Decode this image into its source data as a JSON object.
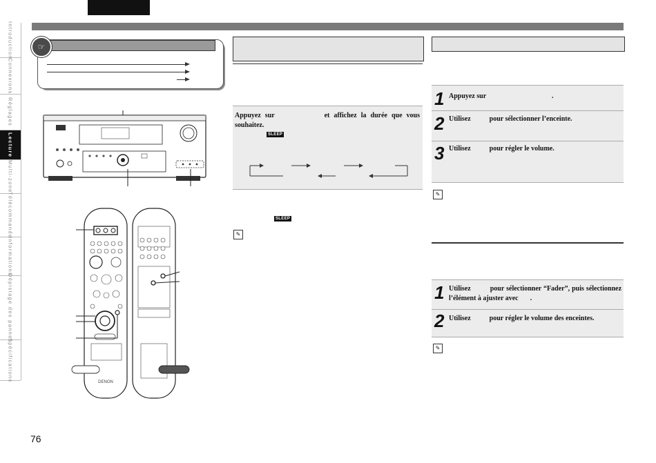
{
  "sidebar": {
    "items": [
      {
        "label": "Introduction"
      },
      {
        "label": "Connexions"
      },
      {
        "label": "Réglages"
      },
      {
        "label": "Lecture"
      },
      {
        "label": "Multi-zone"
      },
      {
        "label": "Télécommande"
      },
      {
        "label": "Informations"
      },
      {
        "label": "Dépistage des pannes"
      },
      {
        "label": "Spécifications"
      }
    ],
    "active_index": 3
  },
  "page_number": "76",
  "center": {
    "step_intro_a": "Appuyez sur",
    "step_intro_b": "et affichez la durée que vous souhaitez."
  },
  "right": {
    "step1": {
      "num": "1",
      "a": "Appuyez sur",
      "b": "."
    },
    "step2": {
      "num": "2",
      "a": "Utilisez",
      "b": "pour sélectionner l’enceinte."
    },
    "step3": {
      "num": "3",
      "a": "Utilisez",
      "b": "pour régler le volume."
    },
    "fader_step1": {
      "num": "1",
      "a": "Utilisez",
      "b": "pour sélectionner “Fader”, puis sélectionnez l’élément à ajuster avec",
      "c": "."
    },
    "fader_step2": {
      "num": "2",
      "a": "Utilisez",
      "b": "pour régler le volume des enceintes."
    }
  },
  "badges": {
    "sleep": "SLEEP"
  },
  "brand": {
    "remote_logo": "DENON"
  },
  "icons": {
    "hint": "remote-hint-icon",
    "note": "pencil-note-icon"
  }
}
